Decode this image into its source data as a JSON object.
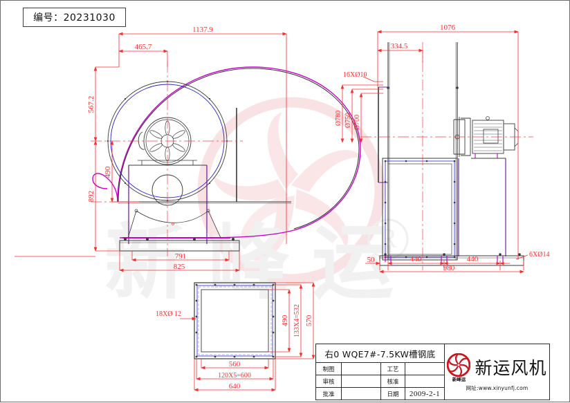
{
  "sheet": {
    "number_label": "编号：20231030"
  },
  "views": {
    "front": {
      "name": "front-elevation",
      "dimensions": {
        "overall_width": "1137.9",
        "offset_width": "465.7",
        "upper_height": "567.2",
        "mid_height": "490",
        "overall_height": "892",
        "base_inner": "791",
        "base_outer": "825"
      }
    },
    "side": {
      "name": "side-elevation",
      "dimensions": {
        "overall_width": "1076",
        "inlet_offset": "334.5",
        "bolt_note": "16XØ10",
        "dia_outer": "Ø780",
        "dia_mid": "Ø750",
        "dia_inner": "Ø700",
        "base_left": "50",
        "base_span_1": "440",
        "base_span_2": "440",
        "base_total": "980",
        "base_bolt_note": "6XØ14"
      }
    },
    "baseplate": {
      "name": "base-plate-plan",
      "dimensions": {
        "bolt_note": "18XØ 12",
        "inner_height": "490",
        "pitch_height": "133X4=532",
        "outer_height": "570",
        "inner_width": "560",
        "pitch_width": "120X5=600",
        "outer_width": "640"
      }
    }
  },
  "title_block": {
    "drawing_name": "右0 WQE7#-7.5KW槽钢底",
    "rows": [
      {
        "label": "制图",
        "value": "",
        "label2": "工艺",
        "value2": ""
      },
      {
        "label": "审核",
        "value": "",
        "label2": "核准",
        "value2": ""
      },
      {
        "label": "批准",
        "value": "",
        "label2": "日期",
        "value2": "2009-2-1"
      }
    ],
    "brand": {
      "logo_sub": "新峰运",
      "name": "新运风机",
      "website": "网址:www.xinyunfj.com"
    }
  },
  "colors": {
    "dimension": "#ff2a2a",
    "outline": "#3a3a3a",
    "scroll": "#cc00cc",
    "impeller": "#2222cc",
    "pedestal": "#7722aa",
    "watermark": "#f6cfd2",
    "watermark_text": "#e8e8e8",
    "logo_red": "#d0121b"
  }
}
